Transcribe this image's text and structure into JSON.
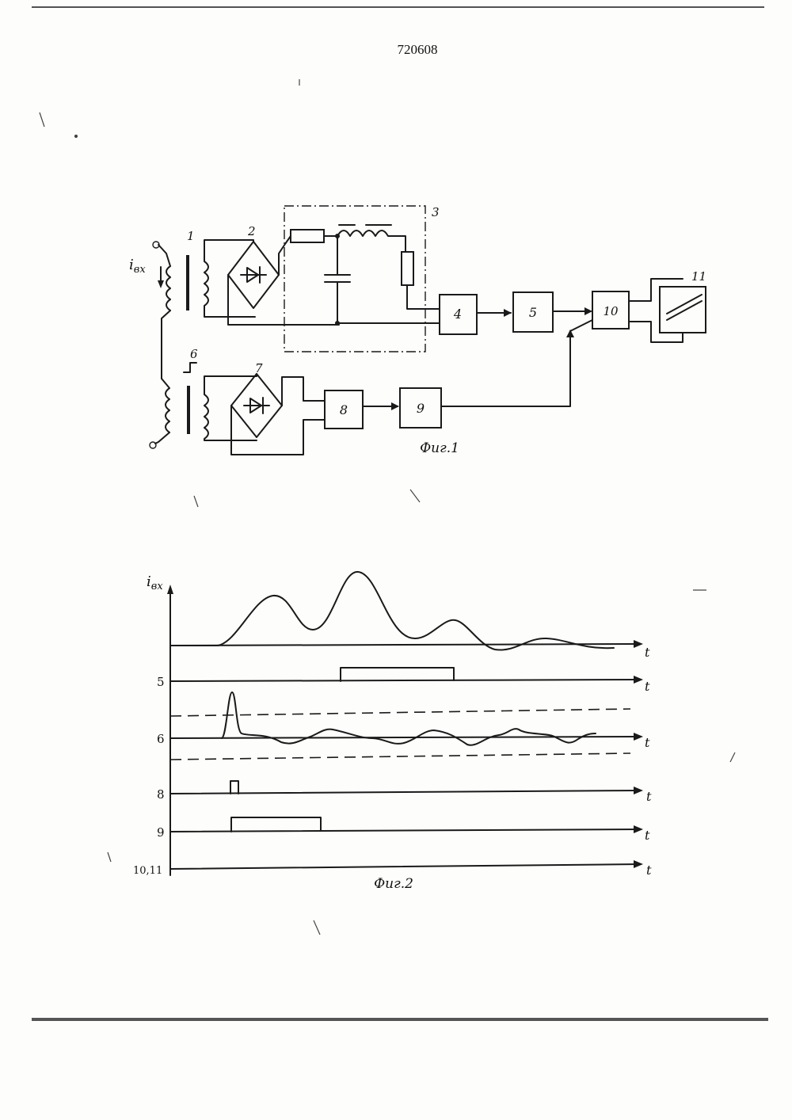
{
  "header": {
    "patent_number": "720608"
  },
  "fig1": {
    "caption": "Фиг.1",
    "input_label": "i",
    "input_label_sub": "вх",
    "labels": {
      "n1": "1",
      "n2": "2",
      "n3": "3",
      "n4": "4",
      "n5": "5",
      "n6": "6",
      "n7": "7",
      "n8": "8",
      "n9": "9",
      "n10": "10",
      "n11": "11"
    }
  },
  "fig2": {
    "caption": "Фиг.2",
    "axis_label": "t",
    "y_label": "i",
    "y_label_sub": "вх",
    "traces": [
      {
        "label": "",
        "shape": "current waveform"
      },
      {
        "label": "5",
        "shape": "pulse"
      },
      {
        "label": "6",
        "shape": "spike with threshold lines"
      },
      {
        "label": "8",
        "shape": "short pulse"
      },
      {
        "label": "9",
        "shape": "pulse"
      },
      {
        "label": "10,11",
        "shape": "flat"
      }
    ]
  }
}
